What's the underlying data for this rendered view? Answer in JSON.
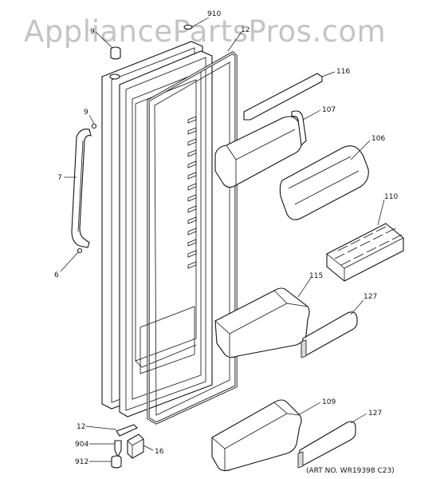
{
  "watermark": "AppliancePartsPros.com",
  "art_number": "(ART NO. WR19398 C23)",
  "callouts": [
    {
      "id": "910",
      "text": "910"
    },
    {
      "id": "9-top",
      "text": "9"
    },
    {
      "id": "12-top",
      "text": "12"
    },
    {
      "id": "116",
      "text": "116"
    },
    {
      "id": "9-left",
      "text": "9"
    },
    {
      "id": "107",
      "text": "107"
    },
    {
      "id": "106",
      "text": "106"
    },
    {
      "id": "7",
      "text": "7"
    },
    {
      "id": "110",
      "text": "110"
    },
    {
      "id": "6",
      "text": "6"
    },
    {
      "id": "115",
      "text": "115"
    },
    {
      "id": "127-upper",
      "text": "127"
    },
    {
      "id": "109",
      "text": "109"
    },
    {
      "id": "127-lower",
      "text": "127"
    },
    {
      "id": "12-bottom",
      "text": "12"
    },
    {
      "id": "904",
      "text": "904"
    },
    {
      "id": "16",
      "text": "16"
    },
    {
      "id": "912",
      "text": "912"
    }
  ]
}
